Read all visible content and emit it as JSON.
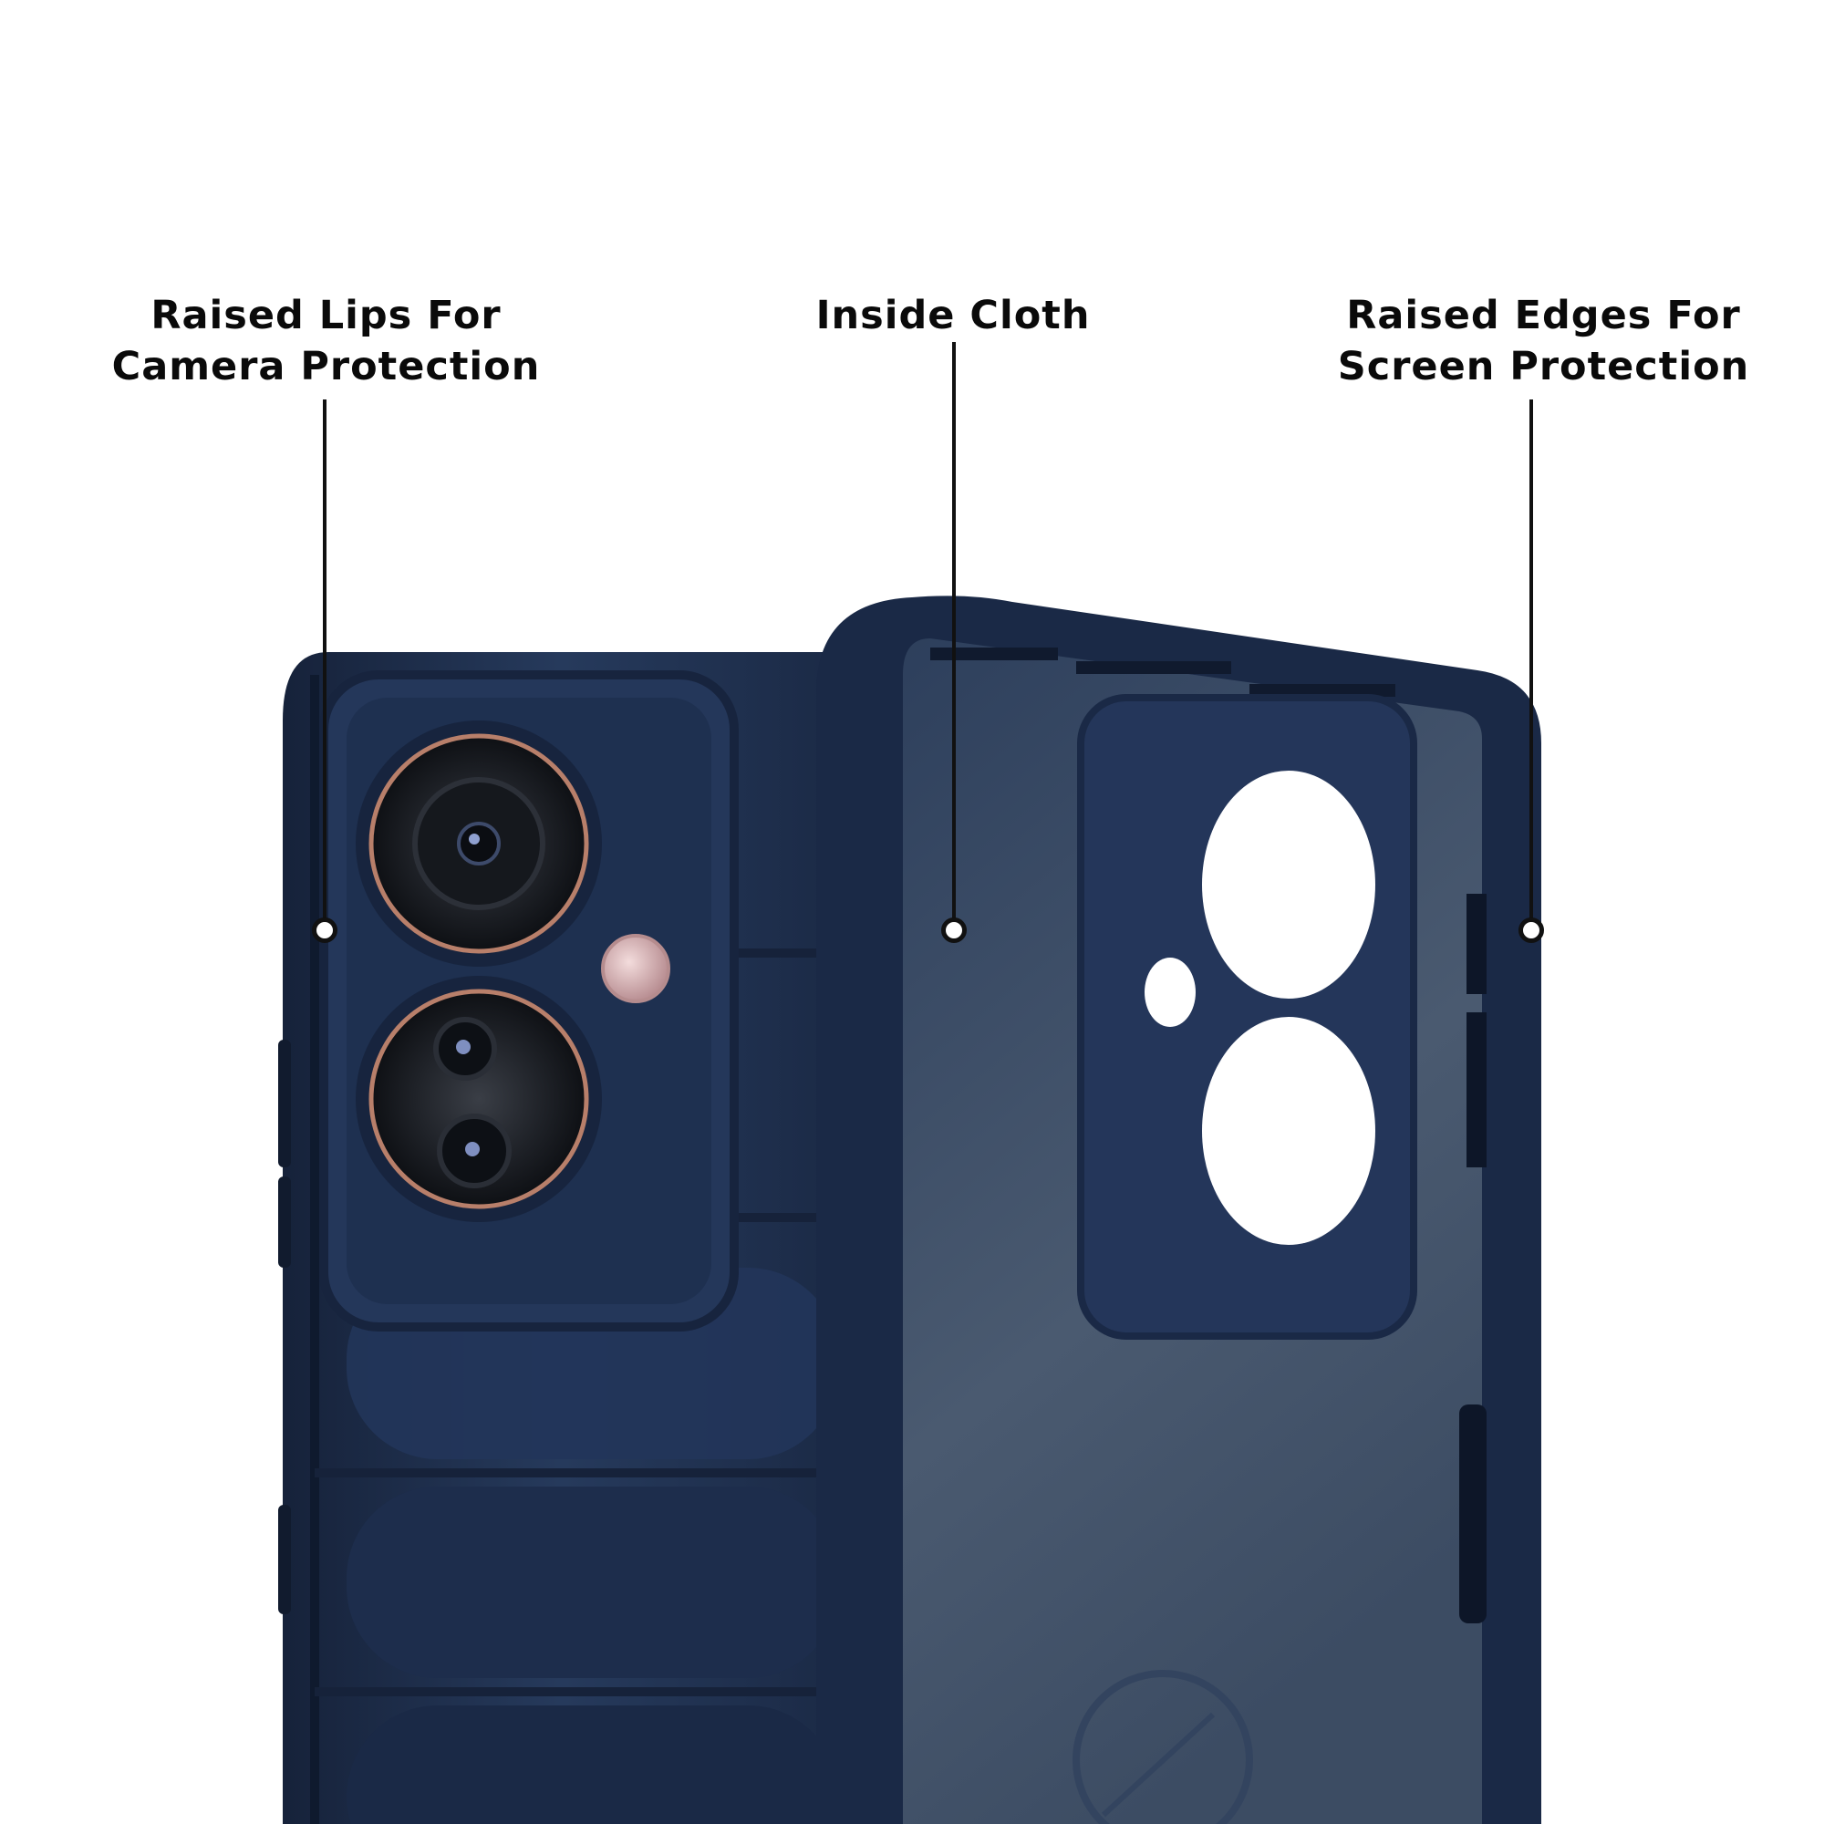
{
  "callouts": [
    {
      "id": "camera",
      "line1": "Raised Lips For",
      "line2": "Camera Protection"
    },
    {
      "id": "cloth",
      "line1": "Inside Cloth"
    },
    {
      "id": "screen",
      "line1": "Raised Edges For",
      "line2": "Screen Protection"
    }
  ],
  "colors": {
    "case_navy": "#1f2f4d",
    "case_dark": "#16223a",
    "inner_cloth": "#44546a",
    "lens_ring": "#b87f6a",
    "text": "#0a0a0a"
  }
}
